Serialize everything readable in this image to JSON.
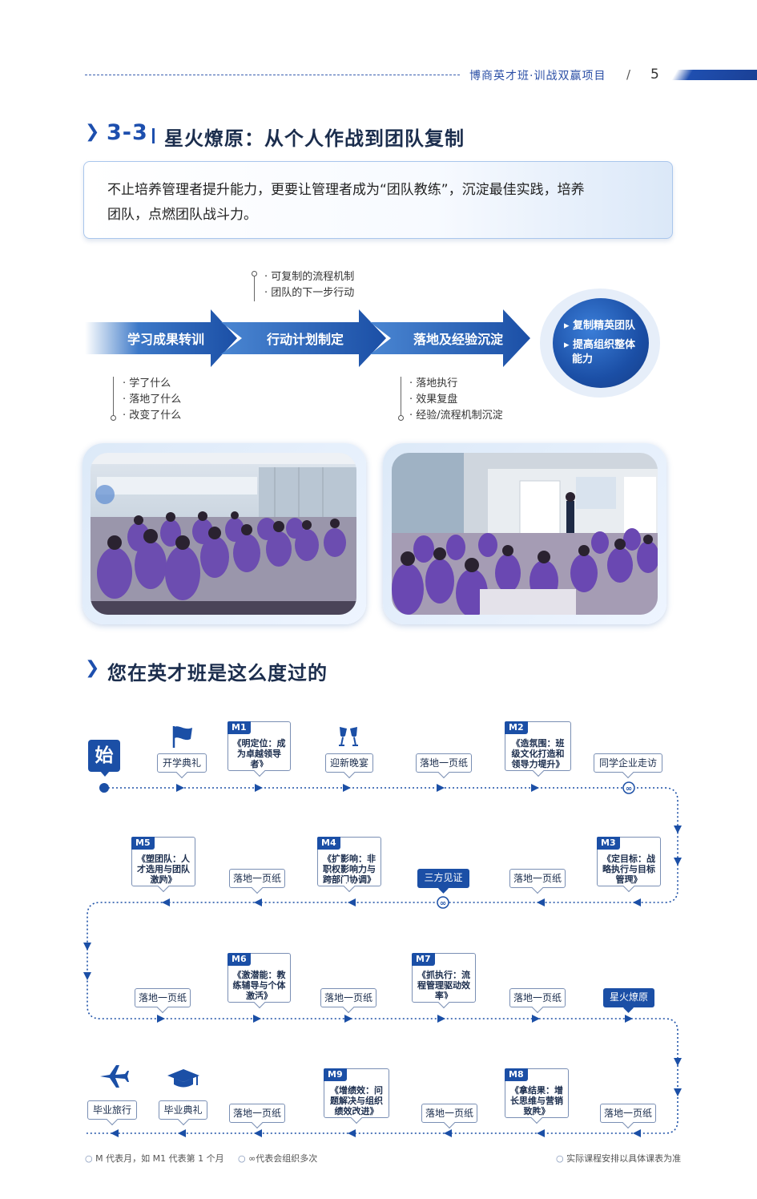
{
  "header": {
    "title": "博商英才班·训战双赢项目",
    "slash": "/",
    "page_number": "5"
  },
  "section1": {
    "number": "3-3",
    "title": "星火燎原：从个人作战到团队复制",
    "intro_line1": "不止培养管理者提升能力，更要让管理者成为“团队教练”，沉淀最佳实践，培养",
    "intro_line2": "团队，点燃团队战斗力。"
  },
  "flow": {
    "steps": [
      "学习成果转训",
      "行动计划制定",
      "落地及经验沉淀"
    ],
    "top_notes": [
      "· 可复制的流程机制",
      "· 团队的下一步行动"
    ],
    "left_notes": [
      "· 学了什么",
      "· 落地了什么",
      "· 改变了什么"
    ],
    "right_notes": [
      "· 落地执行",
      "· 效果复盘",
      "· 经验/流程机制沉淀"
    ],
    "result_line1": "▸ 复制精英团队",
    "result_line2": "▸ 提高组织整体",
    "result_line3": "能力"
  },
  "section2": {
    "title": "您在英才班是这么度过的"
  },
  "timeline": {
    "start": "始",
    "row1": {
      "opening": "开学典礼",
      "m1_tag": "M1",
      "m1_text": "《明定位：成为卓越领导者》",
      "welcome": "迎新晚宴",
      "page1": "落地一页纸",
      "m2_tag": "M2",
      "m2_text": "《造氛围：班级文化打造和领导力提升》",
      "visit": "同学企业走访"
    },
    "row2": {
      "m5_tag": "M5",
      "m5_text": "《塑团队：人才选用与团队激励》",
      "page_a": "落地一页纸",
      "m4_tag": "M4",
      "m4_text": "《扩影响：非职权影响力与跨部门协调》",
      "witness": "三方见证",
      "page_b": "落地一页纸",
      "m3_tag": "M3",
      "m3_text": "《定目标：战略执行与目标管理》"
    },
    "row3": {
      "page_a": "落地一页纸",
      "m6_tag": "M6",
      "m6_text": "《激潜能：教练辅导与个体激活》",
      "page_b": "落地一页纸",
      "m7_tag": "M7",
      "m7_text": "《抓执行：流程管理驱动效率》",
      "page_c": "落地一页纸",
      "spark": "星火燎原"
    },
    "row4": {
      "trip": "毕业旅行",
      "graduation": "毕业典礼",
      "page_a": "落地一页纸",
      "m9_tag": "M9",
      "m9_text": "《增绩效：问题解决与组织绩效改进》",
      "page_b": "落地一页纸",
      "m8_tag": "M8",
      "m8_text": "《拿结果：增长思维与营销致胜》",
      "page_c": "落地一页纸"
    }
  },
  "footnotes": {
    "left": "M 代表月，如 M1 代表第 1 个月",
    "middle": "∞代表会组织多次",
    "right": "实际课程安排以具体课表为准"
  },
  "colors": {
    "primary": "#1b4fa6",
    "accent": "#2b6fd0",
    "text": "#1b2d4d"
  }
}
